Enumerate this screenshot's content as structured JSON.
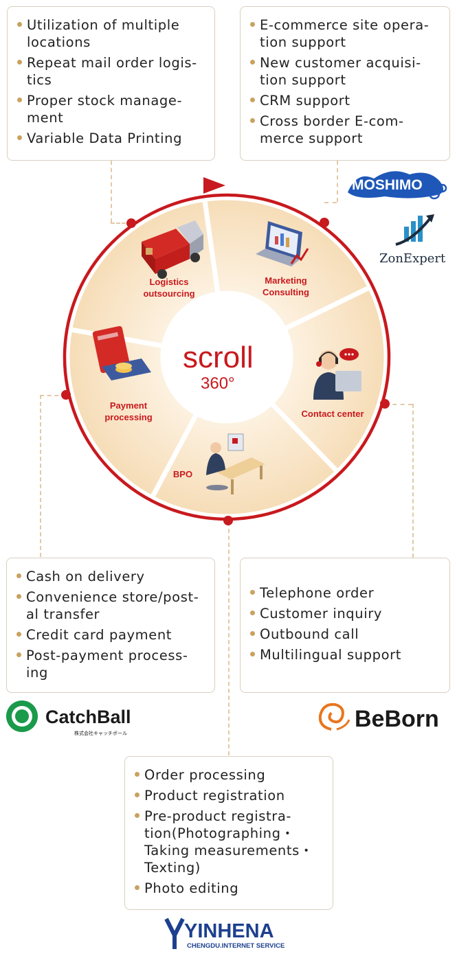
{
  "center_logo": {
    "word": "scroll",
    "number": "360°"
  },
  "segments": [
    {
      "label": "Logistics\noutsourcing",
      "icon": "truck-icon"
    },
    {
      "label": "Marketing\nConsulting",
      "icon": "laptop-chart-icon"
    },
    {
      "label": "Contact center",
      "icon": "headset-operator-icon"
    },
    {
      "label": "BPO",
      "icon": "office-worker-icon"
    },
    {
      "label": "Payment\nprocessing",
      "icon": "credit-card-icon"
    }
  ],
  "boxes": {
    "logistics": [
      "Utilization of multiple\nlocations",
      "Repeat mail order logis-\ntics",
      "Proper stock manage-\nment",
      "Variable Data Printing"
    ],
    "marketing": [
      "E-commerce site opera-\ntion support",
      "New customer acquisi-\ntion support",
      "CRM support",
      "Cross border E-com-\nmerce support"
    ],
    "payment": [
      "Cash on delivery",
      "Convenience store/post-\nal transfer",
      "Credit card payment",
      "Post-payment process-\ning"
    ],
    "contact": [
      "Telephone order",
      "Customer inquiry",
      "Outbound call",
      "Multilingual support"
    ],
    "bpo": [
      "Order processing",
      "Product registration",
      "Pre-product registra-\ntion(Photographing・\nTaking measurements・\nTexting)",
      "Photo editing"
    ]
  },
  "partners": {
    "moshimo": "MOSHIMO",
    "zonexpert": "ZonExpert",
    "catchball": "CatchBall",
    "catchball_sub": "株式会社キャッチボール",
    "beborn": "BeBorn",
    "yinhena": "YINHENA",
    "yinhena_sub": "CHENGDU.INTERNET SERVICE"
  },
  "colors": {
    "accent_red": "#c8191e",
    "bullet_gold": "#c9a25f",
    "segment_fill": "#f8e3c4",
    "box_border": "#d8cfc2"
  }
}
